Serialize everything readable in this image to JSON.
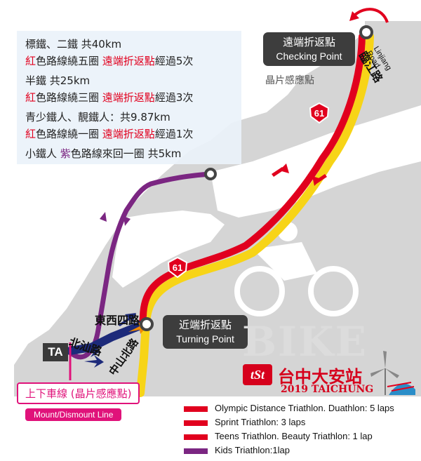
{
  "info_box": {
    "lines": [
      {
        "parts": [
          "標鐵、二鐵 共40km"
        ]
      },
      {
        "parts": [
          "紅",
          "色路線繞五圈 ",
          "遠端折返點",
          "經過5次"
        ]
      },
      {
        "parts": [
          "半鐵 共25km"
        ]
      },
      {
        "parts": [
          "紅",
          "色路線繞三圈 ",
          "遠端折返點",
          "經過3次"
        ]
      },
      {
        "parts": [
          "青少鐵人、靚鐵人：共9.87km"
        ]
      },
      {
        "parts": [
          "紅",
          "色路線繞一圈 ",
          "遠端折返點",
          "經過1次"
        ]
      },
      {
        "parts": [
          "小鐵人 ",
          "紫",
          "色路線來回一圈 共5km"
        ]
      }
    ]
  },
  "far_turn": {
    "zh": "遠端折返點",
    "en": "Checking Point",
    "chip": "晶片感應點"
  },
  "near_turn": {
    "zh": "近端折返點",
    "en": "Turning Point"
  },
  "road_linjiang": {
    "zh": "臨江路",
    "en1": "Linjiang",
    "en2": "Road"
  },
  "road_dongxi": "東西四路",
  "road_beishan": "北汕路",
  "road_zhongshan": "中山北路",
  "highway_number": "61",
  "ta_label": "TA",
  "mount_line": {
    "zh": "上下車線 (晶片感應點)",
    "en": "Mount/Dismount Line"
  },
  "bike_word": "BIKE",
  "brand": {
    "logo": "tSt",
    "cn": "台中大安站",
    "en": "2019 TAICHUNG"
  },
  "legend": [
    {
      "color": "#e1001e",
      "label": "Olympic Distance Triathlon. Duathlon: 5 laps"
    },
    {
      "color": "#e1001e",
      "label": "Sprint Triathlon: 3 laps"
    },
    {
      "color": "#e1001e",
      "label": "Teens Triathlon. Beauty Triathlon: 1 lap"
    },
    {
      "color": "#7b2682",
      "label": "Kids Triathlon:1lap"
    }
  ],
  "colors": {
    "water": "#ffffff",
    "land": "#d5d5d5",
    "route_red": "#e1001e",
    "route_yellow": "#f7d417",
    "route_purple": "#7b2682",
    "route_blue": "#1d2a7a",
    "mount": "#e0127a",
    "arrow": "#e1001e"
  }
}
